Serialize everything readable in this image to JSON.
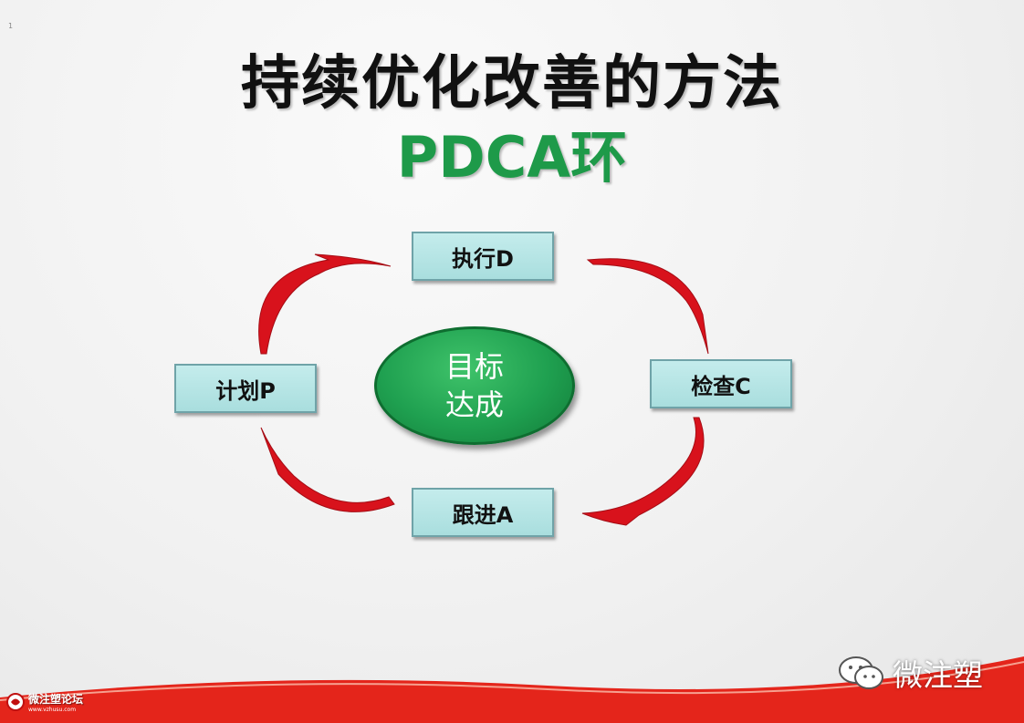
{
  "slide": {
    "marker": "1",
    "title": "持续优化改善的方法",
    "subtitle": "PDCA环"
  },
  "diagram": {
    "steps": [
      {
        "id": "do",
        "label": "执行D"
      },
      {
        "id": "check",
        "label": "检查C"
      },
      {
        "id": "act",
        "label": "跟进A"
      },
      {
        "id": "plan",
        "label": "计划P"
      }
    ],
    "center": {
      "line1": "目标",
      "line2": "达成"
    },
    "colors": {
      "arrow": "#d8121c",
      "box": "#b6e4e4",
      "center": "#1fa050",
      "title_accent": "#1e9a49"
    }
  },
  "footer": {
    "watermark": "微注塑",
    "forum_name": "微注塑论坛",
    "forum_url": "www.vzhusu.com",
    "icons": [
      "wechat-icon",
      "forum-logo-icon"
    ],
    "wave_color": "#e4251b"
  }
}
